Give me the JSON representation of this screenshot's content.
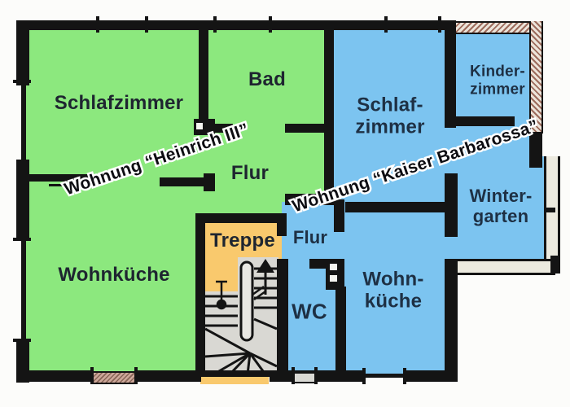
{
  "colors": {
    "heinrich_fill": "#8ce87e",
    "barbarossa_fill": "#7cc4f0",
    "stairwell_fill": "#f9c96d",
    "wall": "#141414",
    "stair_tread": "#d9d8d3",
    "window_tint": "#bb8a77",
    "banner_text": "#0d0d12",
    "banner_outline": "#ffffff"
  },
  "apartments": {
    "heinrich": {
      "banner": "Wohnung “Heinrich III”",
      "rooms": {
        "schlafzimmer": {
          "label": "Schlafzimmer"
        },
        "bad": {
          "label": "Bad"
        },
        "flur": {
          "label": "Flur"
        },
        "wohnkueche": {
          "label": "Wohnküche"
        }
      }
    },
    "barbarossa": {
      "banner": "Wohnung “Kaiser Barbarossa”",
      "rooms": {
        "schlafzimmer": {
          "line1": "Schlaf-",
          "line2": "zimmer"
        },
        "kinderzimmer": {
          "line1": "Kinder-",
          "line2": "zimmer"
        },
        "wintergarten": {
          "line1": "Winter-",
          "line2": "garten"
        },
        "flur": {
          "label": "Flur"
        },
        "wc": {
          "label": "WC"
        },
        "wohnkueche": {
          "line1": "Wohn-",
          "line2": "küche"
        }
      }
    }
  },
  "stairwell": {
    "label": "Treppe"
  }
}
